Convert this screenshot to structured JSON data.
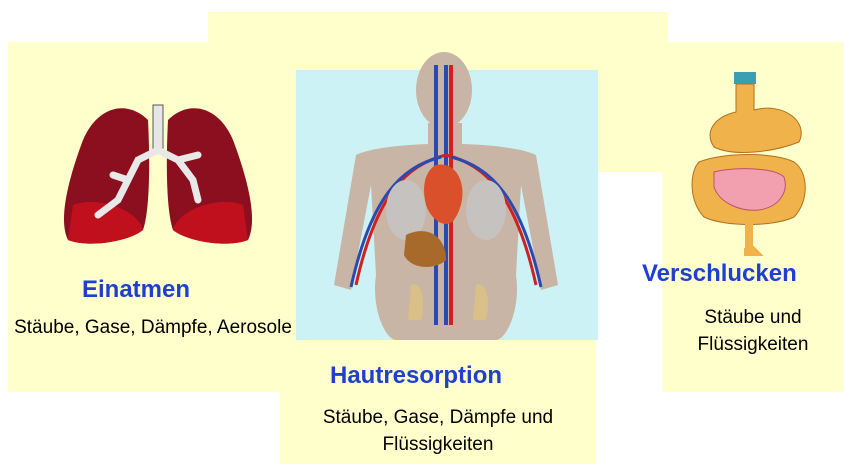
{
  "routes": [
    {
      "title": "Einatmen",
      "description": "Stäube, Gase, Dämpfe, Aerosole",
      "icon": "lungs-icon"
    },
    {
      "title": "Hautresorption",
      "description": "Stäube, Gase, Dämpfe und Flüssigkeiten",
      "icon": "human-body-icon"
    },
    {
      "title": "Verschlucken",
      "description": "Stäube und Flüssigkeiten",
      "icon": "digestive-tract-icon"
    }
  ],
  "colors": {
    "title": "#1f3fd0",
    "panel": "#ffffcc",
    "body_panel": "#cdf2f6"
  }
}
